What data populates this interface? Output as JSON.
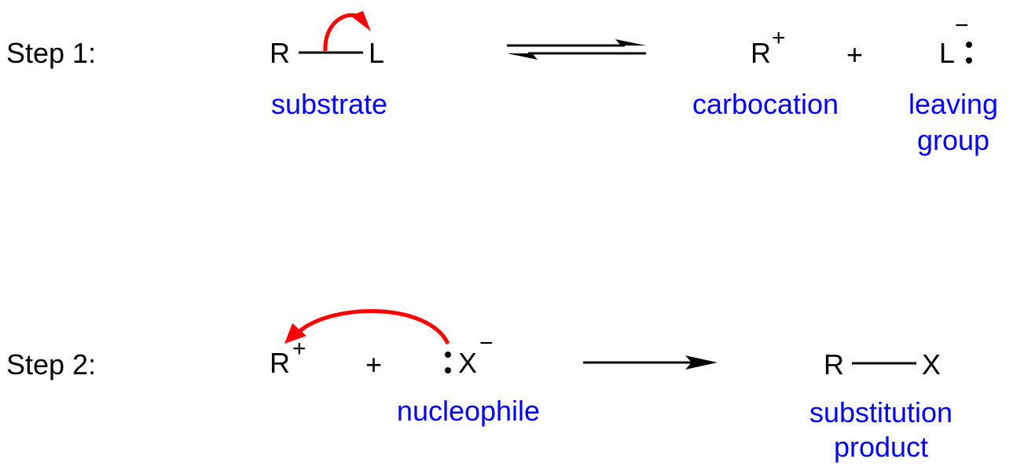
{
  "colors": {
    "text": "#000000",
    "label": "#0000ff",
    "arrow_curved": "#ff0000",
    "reaction_arrow": "#000000"
  },
  "step1": {
    "label": "Step 1:",
    "substrate": {
      "r": "R",
      "l": "L",
      "caption": "substrate"
    },
    "products": {
      "cation_atom": "R",
      "cation_charge": "+",
      "plus": "+",
      "lg_atom": "L",
      "lg_charge": "−",
      "cation_caption": "carbocation",
      "lg_caption_line1": "leaving",
      "lg_caption_line2": "group"
    }
  },
  "step2": {
    "label": "Step 2:",
    "cation_atom": "R",
    "cation_charge": "+",
    "plus": "+",
    "nuc_atom": "X",
    "nuc_charge": "−",
    "nuc_caption": "nucleophile",
    "product": {
      "r": "R",
      "x": "X",
      "caption_line1": "substitution",
      "caption_line2": "product"
    }
  }
}
